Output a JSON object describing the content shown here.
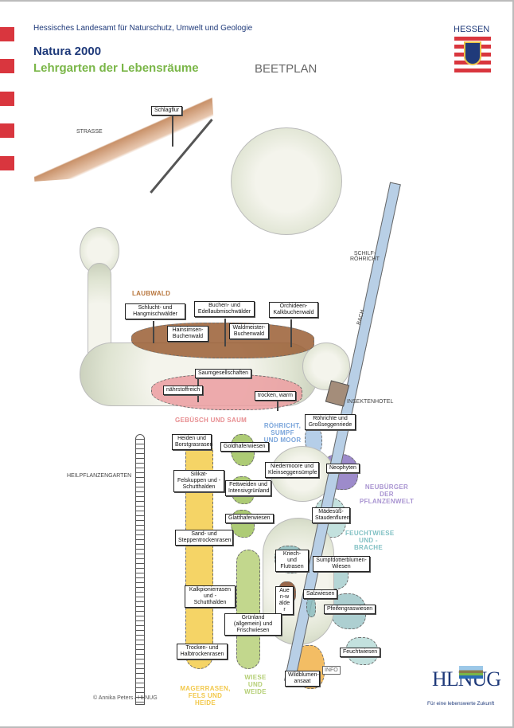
{
  "header": {
    "institution": "Hessisches Landesamt für Naturschutz, Umwelt und Geologie",
    "title": "Natura 2000",
    "subtitle": "Lehrgarten der Lebensräume",
    "doc_type": "BEETPLAN",
    "state_logo_text": "HESSEN"
  },
  "places": {
    "street": "STRASSE",
    "reed": "SCHILF-",
    "reed2": "RÖHRICHT",
    "creek": "BACH",
    "insect_hotel": "INSEKTENHOTEL",
    "herb_garden": "HEILPFLANZENGARTEN",
    "info": "INFO"
  },
  "zones": {
    "laubwald": "LAUBWALD",
    "gebuesch": "GEBÜSCH UND SAUM",
    "roehricht": "RÖHRICHT, SUMPF UND MOOR",
    "neubuerger": "NEUBÜRGER DER PFLANZENWELT",
    "feuchtwiese": "FEUCHTWIESE UND -BRACHE",
    "wiese": "WIESE UND WEIDE",
    "magerrasen": "MAGERRASEN, FELS UND HEIDE"
  },
  "signs": {
    "schlagflur": "Schlagflur",
    "schlucht": "Schlucht- und Hangmischwälder",
    "buchen": "Buchen- und Edellaubmischwälder",
    "orchideen": "Orchideen-Kalkbuchenwald",
    "hainsimsen": "Hainsimsen-Buchenwald",
    "waldmeister": "Waldmeister-Buchenwald",
    "saum": "Saumgesellschaften",
    "naehr": "nährstoffreich",
    "trocken_warm": "trocken, warm",
    "roehrichte": "Röhrichte und Großseggenriede",
    "heiden": "Heiden und Borstgrasrasen",
    "goldhafer": "Goldhaferwiesen",
    "silikat": "Silikat-Felskuppen und -Schutthalden",
    "niedermoore": "Niedermoore und Kleinseggensümpfe",
    "neophyten": "Neophyten",
    "fettweiden": "Fettweiden und Intensivgrünland",
    "glatthafer": "Glatthaferwiesen",
    "maedesuess": "Mädesüß-Staudenfluren",
    "sand": "Sand- und Steppentrockenrasen",
    "kriech": "Kriech- und Flutrasen",
    "sumpfdotter": "Sumpfdotterblumen-Wiesen",
    "kalkpionier": "Kalkpionierrasen und -Schutthalden",
    "auen": "Auen-wälder",
    "salz": "Salzwiesen",
    "pfeifengras": "Pfeifengraswiesen",
    "gruenland": "Grünland (allgemein) und Frischwiesen",
    "trocken_halb": "Trocken- und Halbtrockenrasen",
    "feuchtwiesen": "Feuchtwiesen",
    "wildblumen": "Wildblumen-ansaat"
  },
  "footer": {
    "credit": "© Annika Peters / HLNUG",
    "logo": "HLNUG",
    "tagline": "Für eine lebenswerte Zukunft"
  },
  "colors": {
    "navy": "#1f3a7a",
    "green": "#7ab648",
    "red": "#d9363e"
  }
}
